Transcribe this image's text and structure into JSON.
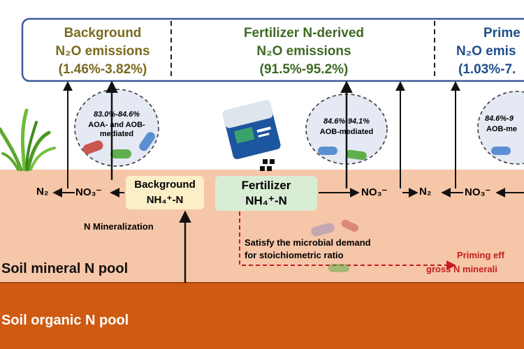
{
  "emission_boxes": {
    "background": {
      "title": "Background",
      "line2": "N₂O emissions",
      "range": "(1.46%-3.82%)",
      "color": "#7a6a1e"
    },
    "fertilizer": {
      "title": "Fertilizer N-derived",
      "line2": "N₂O emissions",
      "range": "(91.5%-95.2%)",
      "color": "#3d6a24"
    },
    "priming": {
      "title": "Prime",
      "line2": "N₂O emis",
      "range": "(1.03%-7.",
      "color": "#1f4e8a"
    }
  },
  "microbes": {
    "left": {
      "percent": "83.0%-84.6%",
      "mechanism_line1": "AOA- and AOB-",
      "mechanism_line2": "mediated"
    },
    "middle": {
      "percent": "84.6%-94.1%",
      "mechanism": "AOB-mediated"
    },
    "right": {
      "percent": "84.6%-9",
      "mechanism": "AOB-me"
    }
  },
  "nodes": {
    "n2_left": "N₂",
    "no3_left": "NO₃⁻",
    "background_nh4_line1": "Background",
    "background_nh4_line2": "NH₄⁺-N",
    "fertilizer_nh4_line1": "Fertilizer",
    "fertilizer_nh4_line2": "NH₄⁺-N",
    "no3_mid": "NO₃⁻",
    "n2_right": "N₂",
    "no3_right": "NO₃⁻"
  },
  "labels": {
    "n_mineralization": "N Mineralization",
    "satisfy_line1": "Satisfy the microbial demand",
    "satisfy_line2": "for stoichiometric ratio",
    "priming_line1": "Priming eff",
    "priming_line2": "gross N minerali"
  },
  "pools": {
    "mineral": "Soil mineral N pool",
    "organic": "Soil organic N pool"
  },
  "colors": {
    "soil_mineral": "#f6c6a8",
    "soil_organic": "#cf5a12",
    "box_border": "#3b5b9a",
    "dashed_red": "#c41c1c",
    "background_fill": "#fbefc8",
    "fertilizer_fill": "#d9ecd4"
  }
}
